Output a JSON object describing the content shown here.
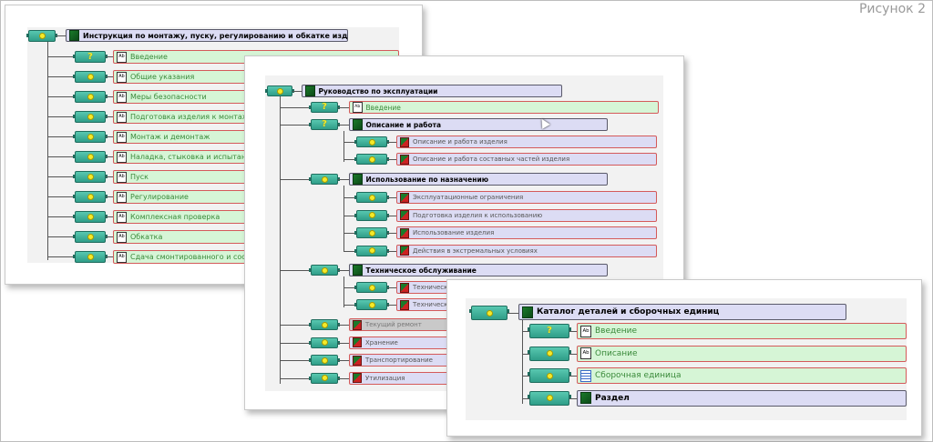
{
  "figure_label": "Рисунок 2",
  "panel1": {
    "root": "Инструкция по монтажу, пуску, регулированию и обкатке изделия",
    "items": [
      {
        "text": "Введение",
        "icon": "question-icon"
      },
      {
        "text": "Общие указания",
        "icon": "gear-icon"
      },
      {
        "text": "Меры безопасности",
        "icon": "gear-icon"
      },
      {
        "text": "Подготовка изделия к монтаж",
        "icon": "gear-icon"
      },
      {
        "text": "Монтаж и демонтаж",
        "icon": "gear-icon"
      },
      {
        "text": "Наладка, стыковка и испытан",
        "icon": "gear-icon"
      },
      {
        "text": "Пуск",
        "icon": "gear-icon"
      },
      {
        "text": "Регулирование",
        "icon": "gear-icon"
      },
      {
        "text": "Комплексная проверка",
        "icon": "gear-icon"
      },
      {
        "text": "Обкатка",
        "icon": "gear-icon"
      },
      {
        "text": "Сдача смонтированного и сост",
        "icon": "gear-icon"
      }
    ]
  },
  "panel2": {
    "root": "Руководство по эксплуатации",
    "intro": "Введение",
    "s1": {
      "title": "Описание и работа",
      "children": [
        "Описание и работа изделия",
        "Описание и работа составных частей изделия"
      ]
    },
    "s2": {
      "title": "Использование по назначению",
      "children": [
        "Эксплуатационные ограничения",
        "Подготовка изделия к использованию",
        "Использование изделия",
        "Действия в экстремальных условиях"
      ]
    },
    "s3": {
      "title": "Техническое обслуживание",
      "children": [
        "Техническ",
        "Техническ"
      ]
    },
    "tail": [
      "Текущий ремонт",
      "Хранение",
      "Транспортирование",
      "Утилизация"
    ]
  },
  "panel3": {
    "root": "Каталог деталей и сборочных единиц",
    "items": [
      {
        "text": "Введение",
        "style": "green"
      },
      {
        "text": "Описание",
        "style": "green"
      },
      {
        "text": "Сборочная единица",
        "style": "green"
      },
      {
        "text": "Раздел",
        "style": "section"
      }
    ]
  }
}
